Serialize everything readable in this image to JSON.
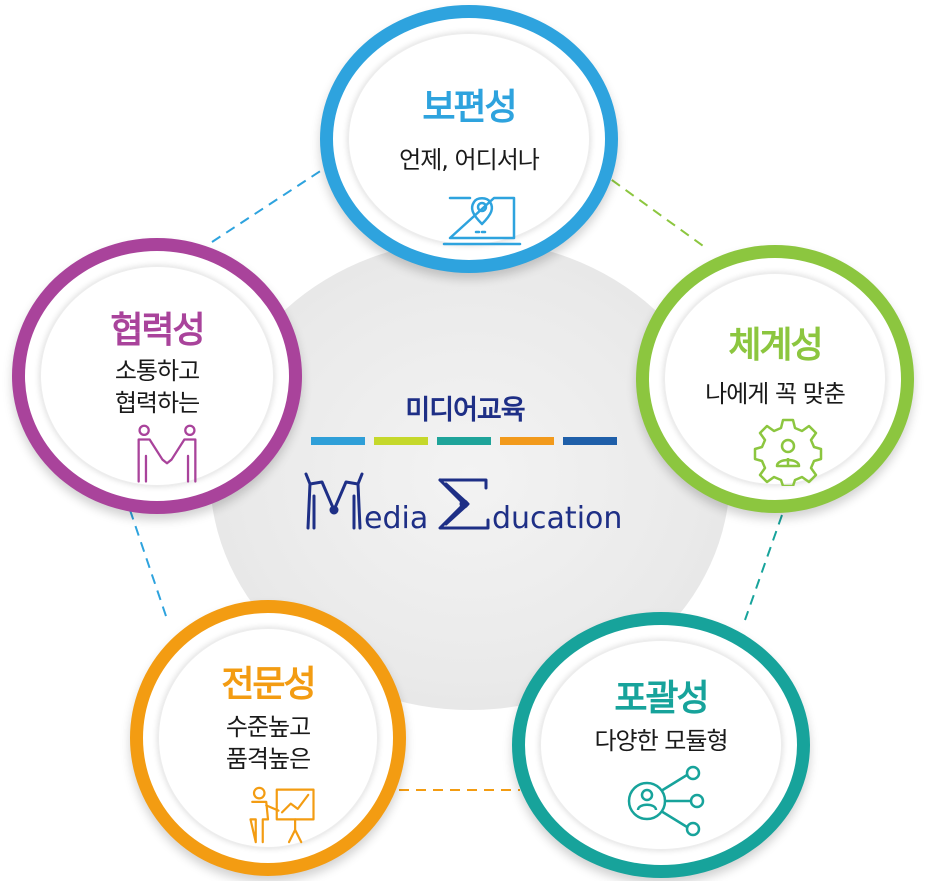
{
  "center": {
    "title": "미디어교육",
    "bar_colors": [
      "#2f9fd8",
      "#c5d82b",
      "#1fa49a",
      "#f29a1c",
      "#1f5fa9"
    ],
    "logo_text_1": "edia",
    "logo_text_2": "ducation"
  },
  "nodes": [
    {
      "id": "universality",
      "title": "보편성",
      "lines": [
        "언제, 어디서나"
      ],
      "color": "#2ea3de",
      "icon": "laptop-location-icon"
    },
    {
      "id": "systematicity",
      "title": "체계성",
      "lines": [
        "나에게 꼭 맞춘"
      ],
      "color": "#8cc63f",
      "icon": "gear-person-icon"
    },
    {
      "id": "inclusiveness",
      "title": "포괄성",
      "lines": [
        "다양한 모듈형"
      ],
      "color": "#17a39b",
      "icon": "network-person-icon"
    },
    {
      "id": "expertise",
      "title": "전문성",
      "lines": [
        "수준높고",
        "품격높은"
      ],
      "color": "#f39c12",
      "icon": "presenter-chart-icon"
    },
    {
      "id": "collaboration",
      "title": "협력성",
      "lines": [
        "소통하고",
        "협력하는"
      ],
      "color": "#a9439b",
      "icon": "handshake-icon"
    }
  ]
}
